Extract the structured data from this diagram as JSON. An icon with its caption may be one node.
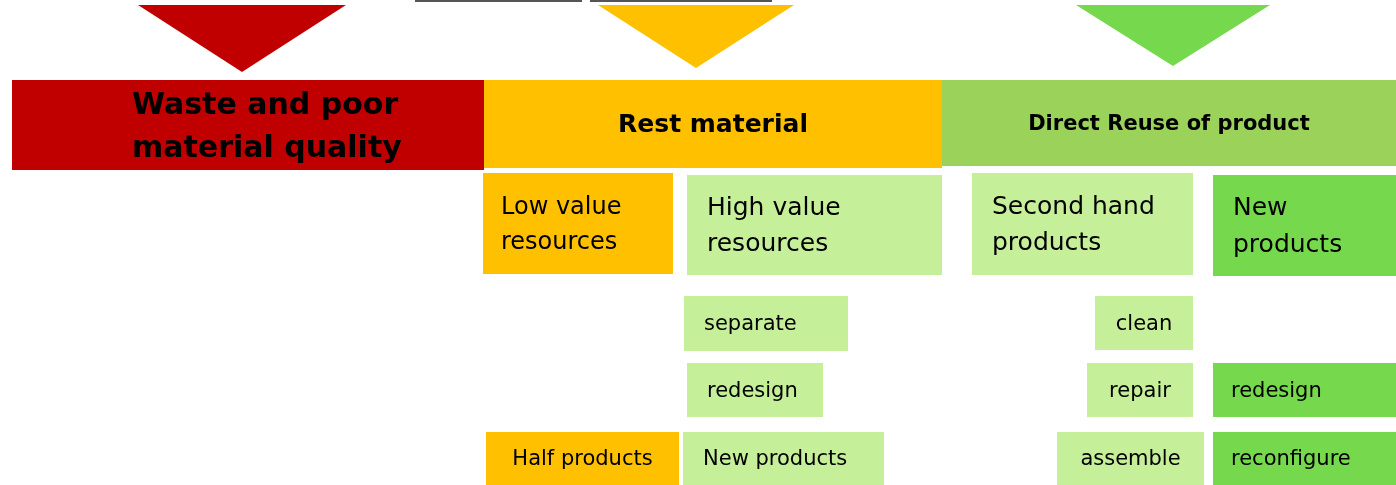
{
  "diagram": {
    "nodes": [
      {
        "text": [
          "Waste and poor material quality"
        ]
      },
      {
        "text": [
          "Rest material"
        ]
      },
      {
        "text": [
          "Direct Reuse of product"
        ]
      },
      {
        "text": [
          "Low value resources"
        ]
      },
      {
        "text": [
          "High value resources"
        ]
      },
      {
        "text": [
          "Second hand products"
        ]
      },
      {
        "text": [
          "New products"
        ]
      },
      {
        "text": [
          "separate"
        ]
      },
      {
        "text": [
          "clean"
        ]
      },
      {
        "text": [
          "redesign"
        ]
      },
      {
        "text": [
          "repair"
        ]
      },
      {
        "text": [
          "redesign"
        ]
      },
      {
        "text": [
          "Half products"
        ]
      },
      {
        "text": [
          "New products"
        ]
      },
      {
        "text": [
          "assemble"
        ]
      },
      {
        "text": [
          "reconfigure"
        ]
      }
    ]
  }
}
